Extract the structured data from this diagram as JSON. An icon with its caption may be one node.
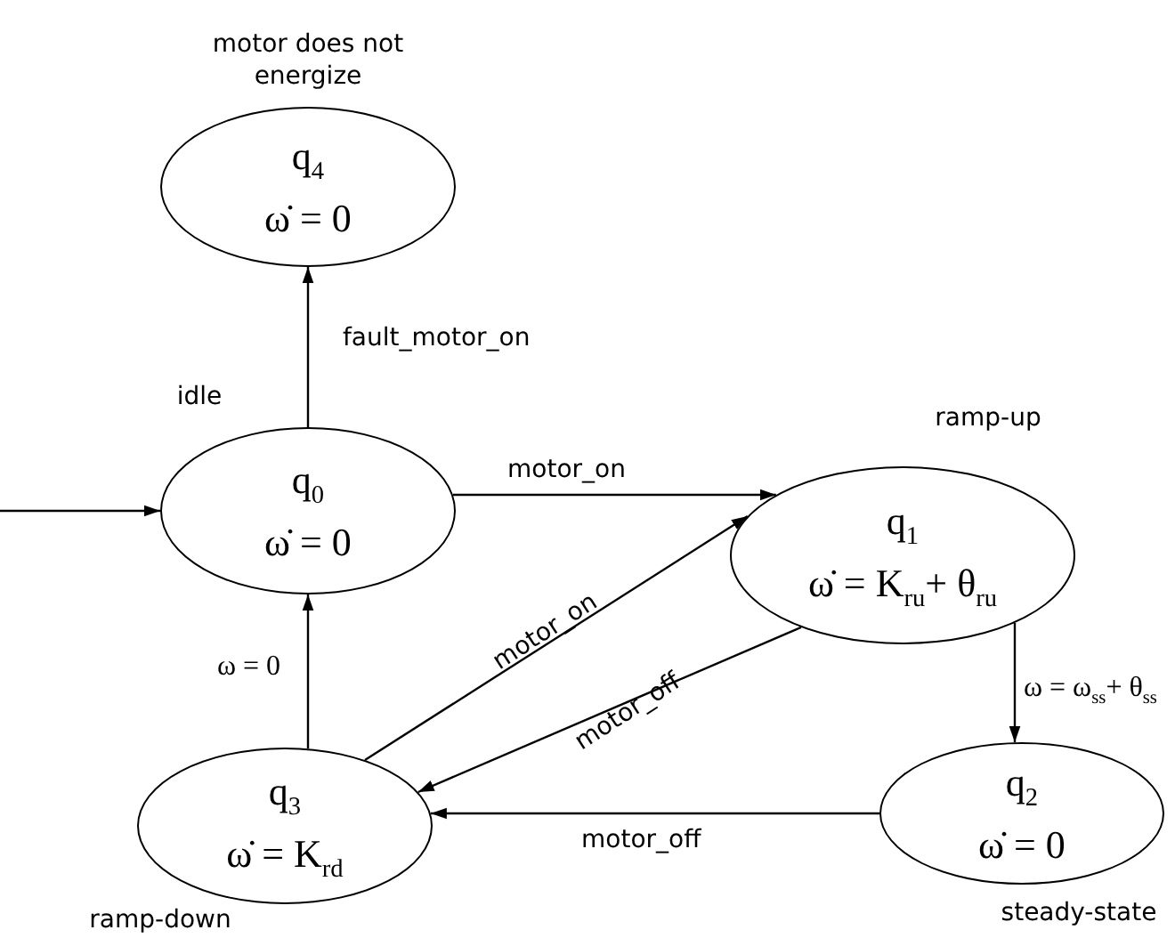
{
  "diagram": {
    "nodes": [
      {
        "text": [
          "q$_{4}$",
          "ω̇ = 0"
        ],
        "beside": [
          "motor does not energize"
        ]
      },
      {
        "text": [
          "q$_{0}$",
          "ω̇ = 0"
        ],
        "beside": [
          "idle"
        ]
      },
      {
        "text": [
          "q$_{1}$",
          "ω̇ = K$_{ru}$+ θ$_{ru}$"
        ],
        "beside": [
          "ramp-up"
        ]
      },
      {
        "text": [
          "q$_{3}$",
          "ω̇ = K$_{rd}$"
        ],
        "beside": [
          "ramp-down"
        ]
      },
      {
        "text": [
          "q$_{2}$",
          "ω̇ = 0"
        ],
        "beside": [
          "steady-state"
        ]
      }
    ],
    "edges": [
      {
        "from": null,
        "to": 1,
        "arrow": "to"
      },
      {
        "from": 1,
        "to": 0,
        "arrow": "to",
        "label": "fault_motor_on"
      },
      {
        "from": 1,
        "to": 2,
        "arrow": "to",
        "label": "motor_on"
      },
      {
        "from": 2,
        "to": 4,
        "arrow": "to",
        "label": "ω = ω$_{ss}$+ θ$_{ss}$"
      },
      {
        "from": 4,
        "to": 3,
        "arrow": "to",
        "label": "motor_off"
      },
      {
        "from": 3,
        "to": 1,
        "arrow": "to",
        "label": "ω = 0"
      },
      {
        "from": 3,
        "to": 2,
        "arrow": "to",
        "label": "motor_on"
      },
      {
        "from": 2,
        "to": 3,
        "arrow": "to",
        "label": "motor_off"
      }
    ]
  }
}
